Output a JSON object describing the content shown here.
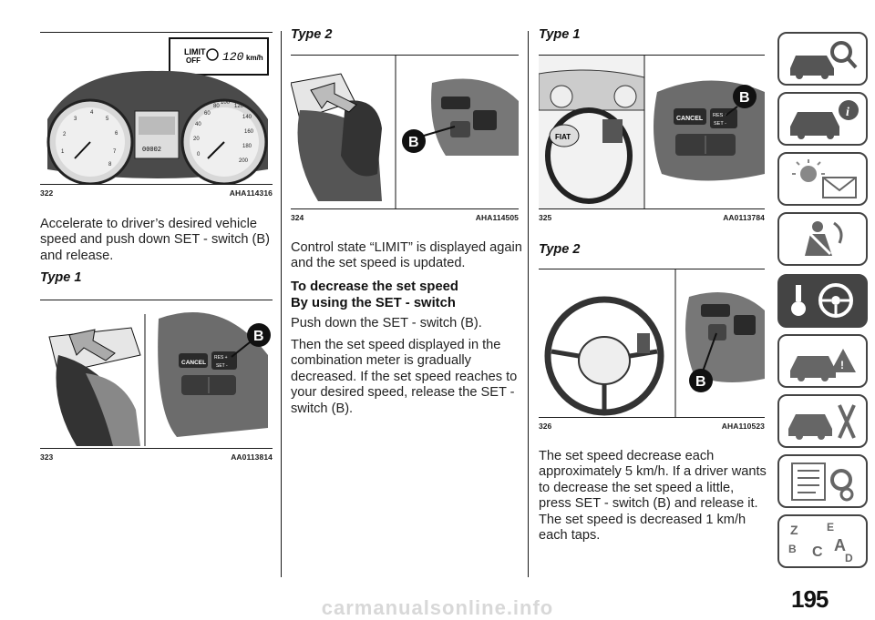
{
  "col1": {
    "fig322": {
      "num": "322",
      "code": "AHA114316",
      "display_text": "120",
      "display_unit": "km/h",
      "limit_label": "LIMIT",
      "off_label": "OFF",
      "odo": "00002"
    },
    "paragraph1": "Accelerate to driver’s desired vehicle speed and push down SET - switch (B) and release.",
    "type1_heading": "Type 1",
    "fig323": {
      "num": "323",
      "code": "AA0113814",
      "cancel_label": "CANCEL",
      "res_label": "RES +",
      "set_label": "SET -",
      "marker": "B"
    }
  },
  "col2": {
    "type2_heading": "Type 2",
    "fig324": {
      "num": "324",
      "code": "AHA114505",
      "marker": "B"
    },
    "paragraph1": "Control state “LIMIT” is displayed again and the set speed is updated.",
    "section_heading": "To decrease the set speed",
    "sub_heading": "By using the SET - switch",
    "paragraph2": "Push down the SET - switch (B).",
    "paragraph3": "Then the set speed displayed in the combination meter is gradually decreased. If the set speed reaches to your desired speed, release the SET - switch (B)."
  },
  "col3": {
    "type1_heading": "Type 1",
    "fig325": {
      "num": "325",
      "code": "AA0113784",
      "cancel_label": "CANCEL",
      "res_label": "RES +",
      "set_label": "SET -",
      "brand": "FIAT",
      "marker": "B"
    },
    "type2_heading": "Type 2",
    "fig326": {
      "num": "326",
      "code": "AHA110523",
      "marker": "B"
    },
    "paragraph1": "The set speed decrease each approximately 5 km/h. If a driver wants to decrease the set speed a little, press SET - switch (B) and release it. The set speed is decreased 1 km/h each taps."
  },
  "page_number": "195",
  "watermark": "carmanualsonline.info",
  "sidebar": {
    "tabs": [
      {
        "icon": "car-search-icon",
        "active": false
      },
      {
        "icon": "car-info-icon",
        "active": false
      },
      {
        "icon": "warning-lights-icon",
        "active": false
      },
      {
        "icon": "seatbelt-airbag-icon",
        "active": false
      },
      {
        "icon": "key-steering-wheel-icon",
        "active": true
      },
      {
        "icon": "car-breakdown-icon",
        "active": false
      },
      {
        "icon": "car-service-icon",
        "active": false
      },
      {
        "icon": "technical-data-icon",
        "active": false
      },
      {
        "icon": "alphabetical-index-icon",
        "active": false
      }
    ]
  }
}
